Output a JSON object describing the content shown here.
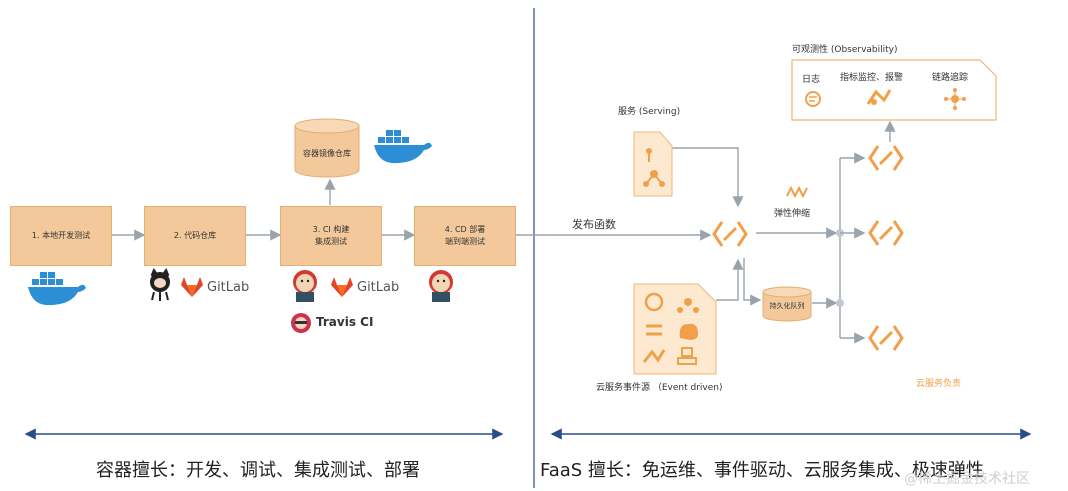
{
  "pipeline": {
    "step1": "1. 本地开发测试",
    "step2": "2. 代码仓库",
    "step3": "3. CI 构建\n集成测试",
    "step4": "4. CD 部署\n端到端测试",
    "registry": "容器镜像仓库",
    "gitlab_label": "GitLab",
    "travis_label": "Travis CI",
    "caption": "容器擅长：开发、调试、集成测试、部署"
  },
  "faas": {
    "publish": "发布函数",
    "serving": "服务 (Serving)",
    "observability": "可观测性 (Observability)",
    "logs": "日志",
    "metrics": "指标监控、报警",
    "tracing": "链路追踪",
    "elastic": "弹性伸缩",
    "queue": "持久化队列",
    "event_source": "云服务事件源 （Event driven)",
    "cloud_managed": "云服务负责",
    "caption": "FaaS 擅长：免运维、事件驱动、云服务集成、极速弹性"
  },
  "watermark": "@稀土掘金技术社区",
  "colors": {
    "accent_orange": "#f0a04b",
    "box_fill": "#f3c99c",
    "divider_blue": "#2b4d8c"
  }
}
